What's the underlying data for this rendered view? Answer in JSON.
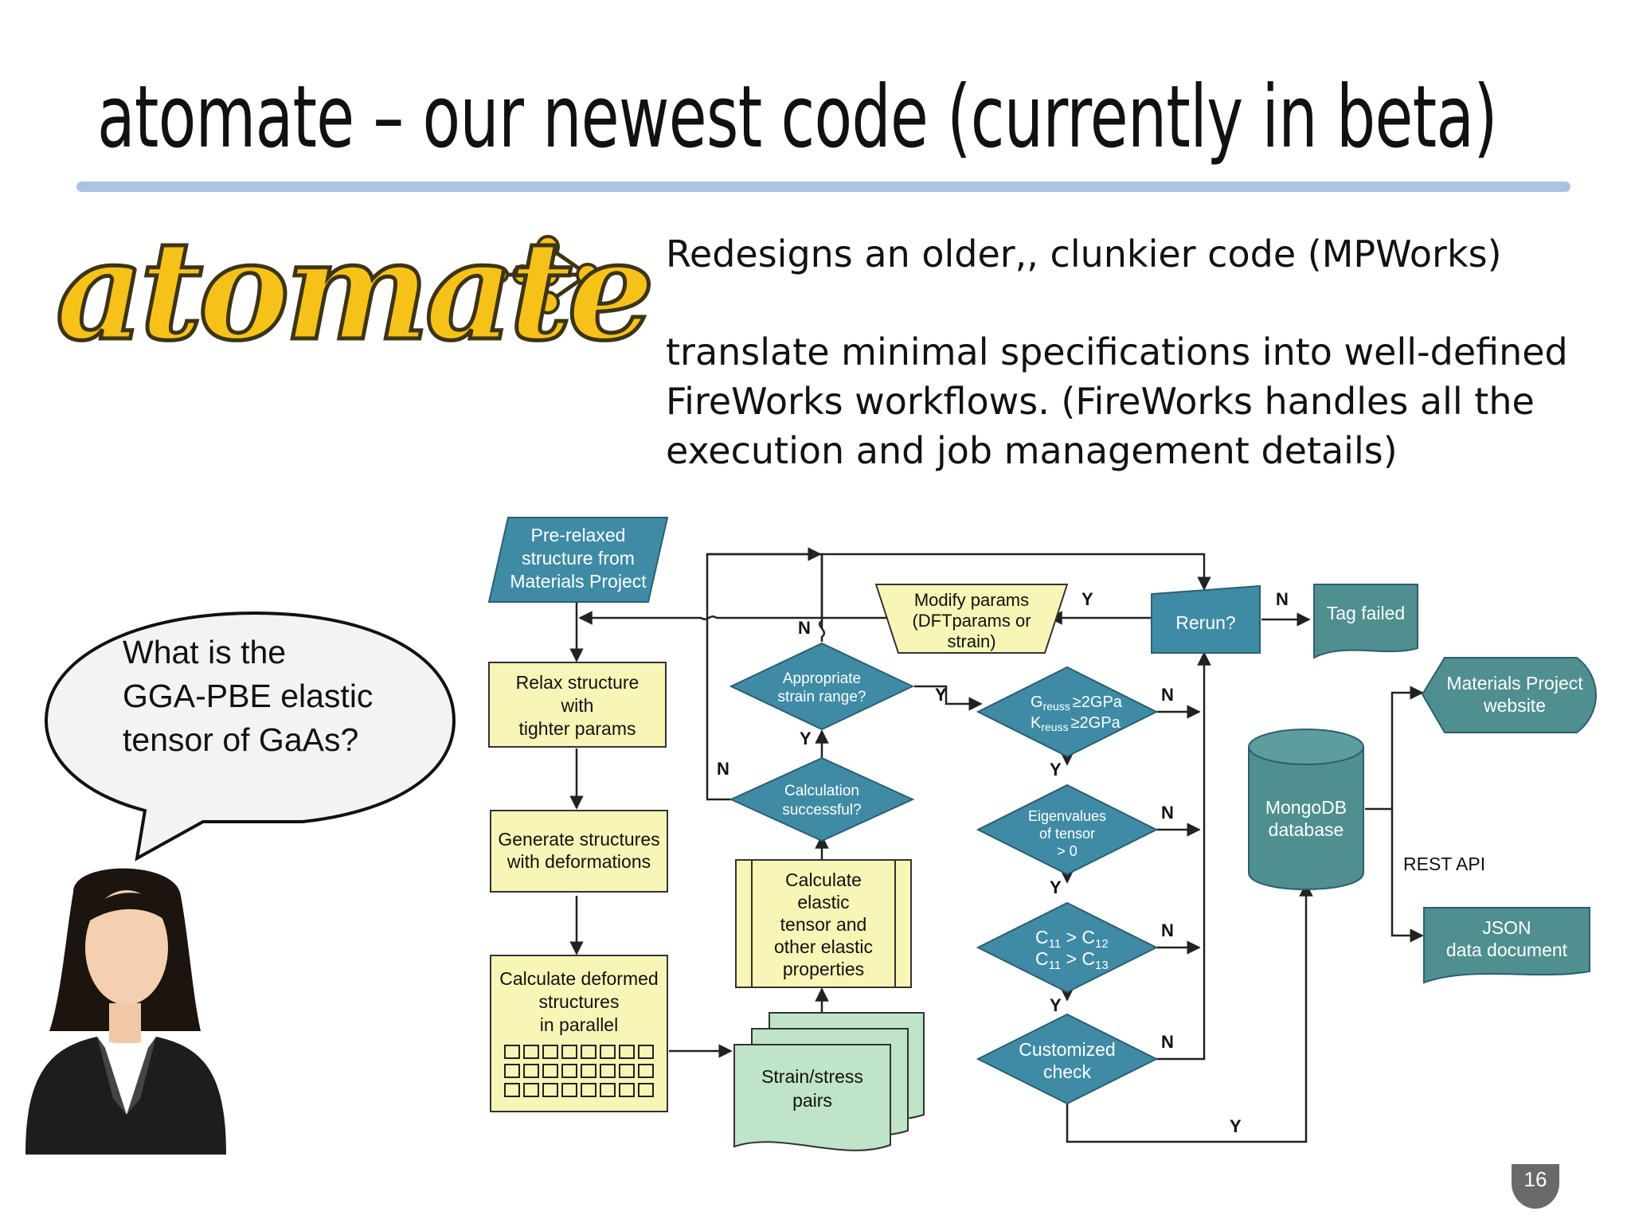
{
  "slide": {
    "title": "atomate – our newest code (currently in beta)",
    "logo_text": "atomate",
    "paragraph1": "Redesigns an older,, clunkier code (MPWorks)",
    "paragraph2_lines": [
      "translate minimal specifications into well-defined",
      "FireWorks workflows. (FireWorks handles all the",
      "execution and job management details)"
    ],
    "bubble_lines": [
      "What is the",
      "GGA-PBE elastic",
      "tensor of GaAs?"
    ],
    "page_number": "16",
    "colors": {
      "rule": "#a9c3e4",
      "logo": "#f6c21a",
      "teal": "#3f8ba5",
      "yellow_box": "#f7f6b7",
      "green_doc": "#bfe4c8"
    }
  },
  "flowchart": {
    "input": [
      "Pre-relaxed",
      "structure from",
      "Materials Project"
    ],
    "relax": [
      "Relax structure",
      "with",
      "tighter params"
    ],
    "generate": [
      "Generate structures",
      "with deformations"
    ],
    "calc_deformed": [
      "Calculate deformed",
      "structures",
      "in parallel"
    ],
    "strain_stress": [
      "Strain/stress",
      "pairs"
    ],
    "calc_elastic": [
      "Calculate",
      "elastic",
      "tensor and",
      "other elastic",
      "properties"
    ],
    "calc_success": [
      "Calculation",
      "successful?"
    ],
    "strain_range": [
      "Appropriate",
      "strain range?"
    ],
    "modify": [
      "Modify params",
      "(DFTparams or",
      "strain)"
    ],
    "rerun": "Rerun?",
    "tag_failed": "Tag failed",
    "greuss": "G",
    "kreuss": "K",
    "reuss_sub": "reuss",
    "ge_value": "≥2GPa",
    "eigen": [
      "Eigenvalues",
      "of tensor",
      "> 0"
    ],
    "c_base": "C",
    "c_gt": " > C",
    "sub11": "11",
    "sub12": "12",
    "sub13": "13",
    "custom": [
      "Customized",
      "check"
    ],
    "mongodb": [
      "MongoDB",
      "database"
    ],
    "mp_website": [
      "Materials Project",
      "website"
    ],
    "rest_api": "REST API",
    "json_doc": [
      "JSON",
      "data document"
    ],
    "label_y": "Y",
    "label_n": "N"
  }
}
